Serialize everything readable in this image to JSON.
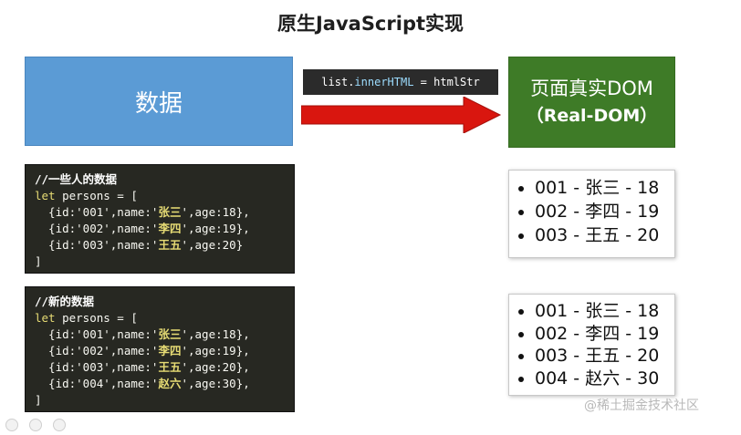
{
  "title": "原生JavaScript实现",
  "data_box": {
    "label": "数据"
  },
  "dom_box": {
    "line1": "页面真实DOM",
    "line2": "（Real-DOM）"
  },
  "assign_code": {
    "prefix": "list.",
    "prop": "innerHTML",
    "suffix": " = htmlStr"
  },
  "code_blocks": [
    {
      "comment": "//一些人的数据",
      "decl_kw": "let",
      "decl_rest": " persons = [",
      "items": [
        {
          "pre": "  {id:'001',name:'",
          "name": "张三",
          "post": "',age:18},"
        },
        {
          "pre": "  {id:'002',name:'",
          "name": "李四",
          "post": "',age:19},"
        },
        {
          "pre": "  {id:'003',name:'",
          "name": "王五",
          "post": "',age:20}"
        }
      ],
      "close": "]"
    },
    {
      "comment": "//新的数据",
      "decl_kw": "let",
      "decl_rest": " persons = [",
      "items": [
        {
          "pre": "  {id:'001',name:'",
          "name": "张三",
          "post": "',age:18},"
        },
        {
          "pre": "  {id:'002',name:'",
          "name": "李四",
          "post": "',age:19},"
        },
        {
          "pre": "  {id:'003',name:'",
          "name": "王五",
          "post": "',age:20},"
        },
        {
          "pre": "  {id:'004',name:'",
          "name": "赵六",
          "post": "',age:30},"
        }
      ],
      "close": "]"
    }
  ],
  "lists": [
    {
      "items": [
        "001 - 张三 - 18",
        "002 - 李四 - 19",
        "003 - 王五 - 20"
      ]
    },
    {
      "items": [
        "001 - 张三 - 18",
        "002 - 李四 - 19",
        "003 - 王五 - 20",
        "004 - 赵六 - 30"
      ]
    }
  ],
  "watermark": "@稀土掘金技术社区",
  "colors": {
    "data_box": "#5b9bd5",
    "dom_box": "#3e7b27",
    "arrow": "#d9160f",
    "code_bg": "#272822"
  }
}
